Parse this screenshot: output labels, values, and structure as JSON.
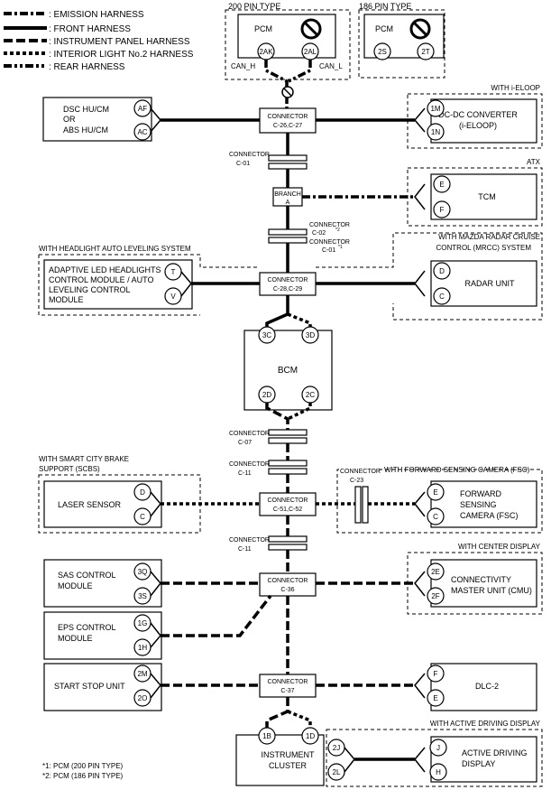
{
  "legend": {
    "emission": ": EMISSION HARNESS",
    "front": ": FRONT HARNESS",
    "instrument": ": INSTRUMENT PANEL HARNESS",
    "interior": ": INTERIOR LIGHT No.2 HARNESS",
    "rear": ": REAR HARNESS"
  },
  "pcm200": {
    "type": "200 PIN TYPE",
    "title": "PCM",
    "pin1": "2AK",
    "pin2": "2AL",
    "canh": "CAN_H",
    "canl": "CAN_L"
  },
  "pcm186": {
    "type": "186 PIN TYPE",
    "title": "PCM",
    "pin1": "2S",
    "pin2": "2T"
  },
  "dsc": {
    "line1": "DSC HU/CM",
    "line2": "OR",
    "line3": "ABS HU/CM",
    "pin1": "AF",
    "pin2": "AC"
  },
  "c26": {
    "line1": "CONNECTOR",
    "line2": "C-26,C-27"
  },
  "dcdc": {
    "option": "WITH i-ELOOP",
    "line1": "DC-DC CONVERTER",
    "line2": "(i-ELOOP)",
    "pin1": "1M",
    "pin2": "1N"
  },
  "c01": {
    "line1": "CONNECTOR",
    "line2": "C-01"
  },
  "branch": {
    "line1": "BRANCH",
    "line2": "A"
  },
  "tcm": {
    "option": "ATX",
    "label": "TCM",
    "pin1": "E",
    "pin2": "F"
  },
  "c02": {
    "line1": "CONNECTOR",
    "line2": "C-02",
    "note1": "*2",
    "line3": "CONNECTOR",
    "line4": "C-01",
    "note2": "*1"
  },
  "headlight": {
    "option": "WITH HEADLIGHT AUTO LEVELING SYSTEM",
    "line1": "ADAPTIVE LED HEADLIGHTS",
    "line2": "CONTROL MODULE / AUTO",
    "line3": "LEVELING CONTROL",
    "line4": "MODULE",
    "pin1": "T",
    "pin2": "V"
  },
  "radar": {
    "option1": "WITH MAZDA RADAR CRUISE",
    "option2": "CONTROL (MRCC) SYSTEM",
    "label": "RADAR UNIT",
    "pin1": "D",
    "pin2": "C"
  },
  "c28": {
    "line1": "CONNECTOR",
    "line2": "C-28,C-29"
  },
  "bcm": {
    "label": "BCM",
    "pin1": "3C",
    "pin2": "3D",
    "pin3": "2D",
    "pin4": "2C"
  },
  "c07": {
    "line1": "CONNECTOR",
    "line2": "C-07"
  },
  "c11a": {
    "line1": "CONNECTOR",
    "line2": "C-11"
  },
  "laser": {
    "option1": "WITH SMART CITY BRAKE",
    "option2": "SUPPORT (SCBS)",
    "label": "LASER SENSOR",
    "pin1": "D",
    "pin2": "C"
  },
  "c51": {
    "line1": "CONNECTOR",
    "line2": "C-51,C-52"
  },
  "c23": {
    "line1": "CONNECTOR",
    "line2": "C-23"
  },
  "fsc": {
    "option": "WITH FORWARD SENSING CAMERA (FSC)",
    "line1": "FORWARD",
    "line2": "SENSING",
    "line3": "CAMERA (FSC)",
    "pin1": "E",
    "pin2": "C"
  },
  "c11b": {
    "line1": "CONNECTOR",
    "line2": "C-11"
  },
  "sas": {
    "line1": "SAS CONTROL",
    "line2": "MODULE",
    "pin1": "3Q",
    "pin2": "3S"
  },
  "c36": {
    "line1": "CONNECTOR",
    "line2": "C-36"
  },
  "cmu": {
    "option": "WITH CENTER DISPLAY",
    "line1": "CONNECTIVITY",
    "line2": "MASTER UNIT (CMU)",
    "pin1": "2E",
    "pin2": "2F"
  },
  "eps": {
    "line1": "EPS CONTROL",
    "line2": "MODULE",
    "pin1": "1G",
    "pin2": "1H"
  },
  "startstop": {
    "label": "START STOP UNIT",
    "pin1": "2M",
    "pin2": "2O"
  },
  "c37": {
    "line1": "CONNECTOR",
    "line2": "C-37"
  },
  "dlc": {
    "label": "DLC-2",
    "pin1": "F",
    "pin2": "E"
  },
  "cluster": {
    "line1": "INSTRUMENT",
    "line2": "CLUSTER",
    "pin1": "1B",
    "pin2": "1D",
    "pin3": "2J",
    "pin4": "2L"
  },
  "add": {
    "option": "WITH ACTIVE DRIVING DISPLAY",
    "line1": "ACTIVE DRIVING",
    "line2": "DISPLAY",
    "pin1": "J",
    "pin2": "H"
  },
  "notes": {
    "n1": "*1: PCM (200 PIN TYPE)",
    "n2": "*2: PCM (186 PIN TYPE)"
  }
}
